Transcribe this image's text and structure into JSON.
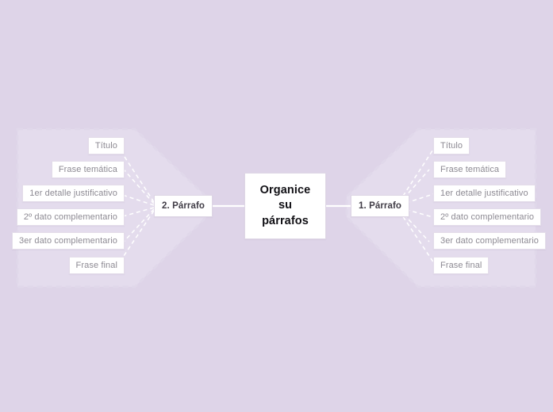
{
  "diagram": {
    "type": "mind-map",
    "title": "Organice su párrafos",
    "colors": {
      "background": "#ded4e8",
      "branch_region": "#e4dced",
      "node_fill": "#ffffff",
      "node_border": "#e3dce9",
      "leaf_text": "#8d8a93",
      "branch_text": "#403c46",
      "root_text": "#111015",
      "connector": "#ffffff"
    },
    "root": {
      "lines": [
        "Organice",
        "su",
        "párrafos"
      ]
    },
    "branches": [
      {
        "id": "branch-2",
        "side": "left",
        "label": "2. Párrafo",
        "leaves": [
          {
            "label": "Título"
          },
          {
            "label": "Frase temática"
          },
          {
            "label": "1er detalle justificativo"
          },
          {
            "label": "2º dato complementario"
          },
          {
            "label": "3er dato complementario"
          },
          {
            "label": "Frase final"
          }
        ]
      },
      {
        "id": "branch-1",
        "side": "right",
        "label": "1. Párrafo",
        "leaves": [
          {
            "label": "Título"
          },
          {
            "label": "Frase temática"
          },
          {
            "label": "1er detalle justificativo"
          },
          {
            "label": "2º dato complementario"
          },
          {
            "label": "3er dato complementario"
          },
          {
            "label": "Frase final"
          }
        ]
      }
    ]
  }
}
